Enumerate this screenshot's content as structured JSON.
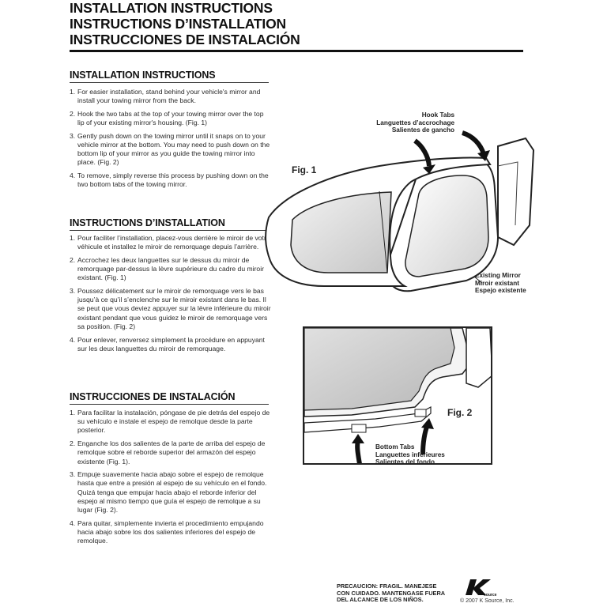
{
  "header": {
    "title_en": "INSTALLATION INSTRUCTIONS",
    "title_fr": "INSTRUCTIONS D’INSTALLATION",
    "title_es": "INSTRUCCIONES DE INSTALACIÓN"
  },
  "sections": {
    "en": {
      "heading": "INSTALLATION INSTRUCTIONS",
      "steps": [
        "For easier installation, stand behind your vehicle's mirror and install your towing mirror from the back.",
        "Hook the two tabs at the top of your towing mirror over the top lip of your existing mirror's housing. (Fig. 1)",
        "Gently push down on the towing mirror until it snaps on to your vehicle mirror at the bottom. You may need to push down on the bottom lip of your mirror as you guide the towing mirror into place. (Fig. 2)",
        "To remove, simply reverse this process by pushing down on the two bottom tabs of the towing mirror."
      ]
    },
    "fr": {
      "heading": "INSTRUCTIONS D’INSTALLATION",
      "steps": [
        "Pour faciliter l’installation, placez-vous derrière le miroir de votre véhicule et installez le miroir de remorquage depuis l’arrière.",
        "Accrochez les deux languettes sur le dessus du miroir de remorquage par-dessus la lèvre supérieure du cadre du miroir existant. (Fig. 1)",
        "Poussez délicatement sur le miroir de remorquage vers le bas jusqu’à ce qu’il s’enclenche sur le miroir existant dans le bas. Il se peut que vous deviez appuyer sur la lèvre inférieure du miroir existant pendant que vous guidez le miroir de remorquage vers sa position. (Fig. 2)",
        "Pour enlever, renversez simplement la procédure en appuyant sur les deux languettes du miroir de remorquage."
      ]
    },
    "es": {
      "heading": "INSTRUCCIONES DE INSTALACIÓN",
      "steps": [
        "Para facilitar la instalación, póngase de pie detrás del espejo de su vehículo e instale el espejo de remolque desde la parte posterior.",
        "Enganche los dos salientes de la parte de arriba del espejo de remolque sobre el reborde superior del armazón del espejo existente (Fig. 1).",
        "Empuje suavemente hacia abajo sobre el espejo de remolque hasta que entre a presión al espejo de su vehículo en el fondo. Quizá tenga que empujar hacia abajo el reborde inferior del espejo al mismo tiempo que guía el espejo de remolque a su lugar (Fig. 2).",
        "Para quitar, simplemente invierta el procedimiento empujando hacia abajo sobre los dos salientes inferiores del espejo de remolque."
      ]
    }
  },
  "figures": {
    "fig1": {
      "label": "Fig. 1",
      "hook_tabs": [
        "Hook Tabs",
        "Languettes d’accrochage",
        "Salientes de gancho"
      ],
      "existing_mirror": [
        "Existing Mirror",
        "Miroir existant",
        "Espejo existente"
      ]
    },
    "fig2": {
      "label": "Fig. 2",
      "bottom_tabs": [
        "Bottom Tabs",
        "Languettes inférieures",
        "Salientes del fondo"
      ]
    }
  },
  "footer": {
    "caution_label": "PRECAUCION:",
    "caution_lines": [
      "FRAGIL. MANEJESE",
      "CON CUIDADO. MANTENGASE FUERA",
      "DEL ALCANCE DE LOS NIÑOS."
    ],
    "logo_text": "K",
    "logo_sub": "source",
    "copyright": "© 2007 K Source, Inc."
  }
}
